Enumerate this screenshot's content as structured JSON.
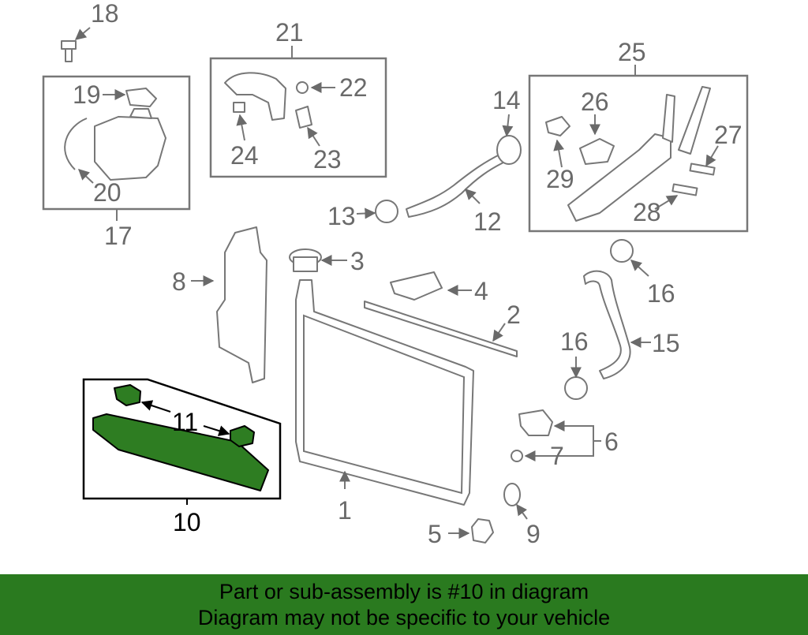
{
  "callouts": {
    "c1": "1",
    "c2": "2",
    "c3": "3",
    "c4": "4",
    "c5": "5",
    "c6": "6",
    "c7": "7",
    "c8": "8",
    "c9": "9",
    "c10": "10",
    "c11": "11",
    "c12": "12",
    "c13": "13",
    "c14": "14",
    "c15": "15",
    "c16a": "16",
    "c16b": "16",
    "c17": "17",
    "c18": "18",
    "c19": "19",
    "c20": "20",
    "c21": "21",
    "c22": "22",
    "c23": "23",
    "c24": "24",
    "c25": "25",
    "c26": "26",
    "c27": "27",
    "c28": "28",
    "c29": "29"
  },
  "highlight": {
    "part_number": "10",
    "color": "#2a7a1f"
  },
  "banner": {
    "line1": "Part or sub-assembly is #10 in diagram",
    "line2": "Diagram may not be specific to your vehicle"
  }
}
